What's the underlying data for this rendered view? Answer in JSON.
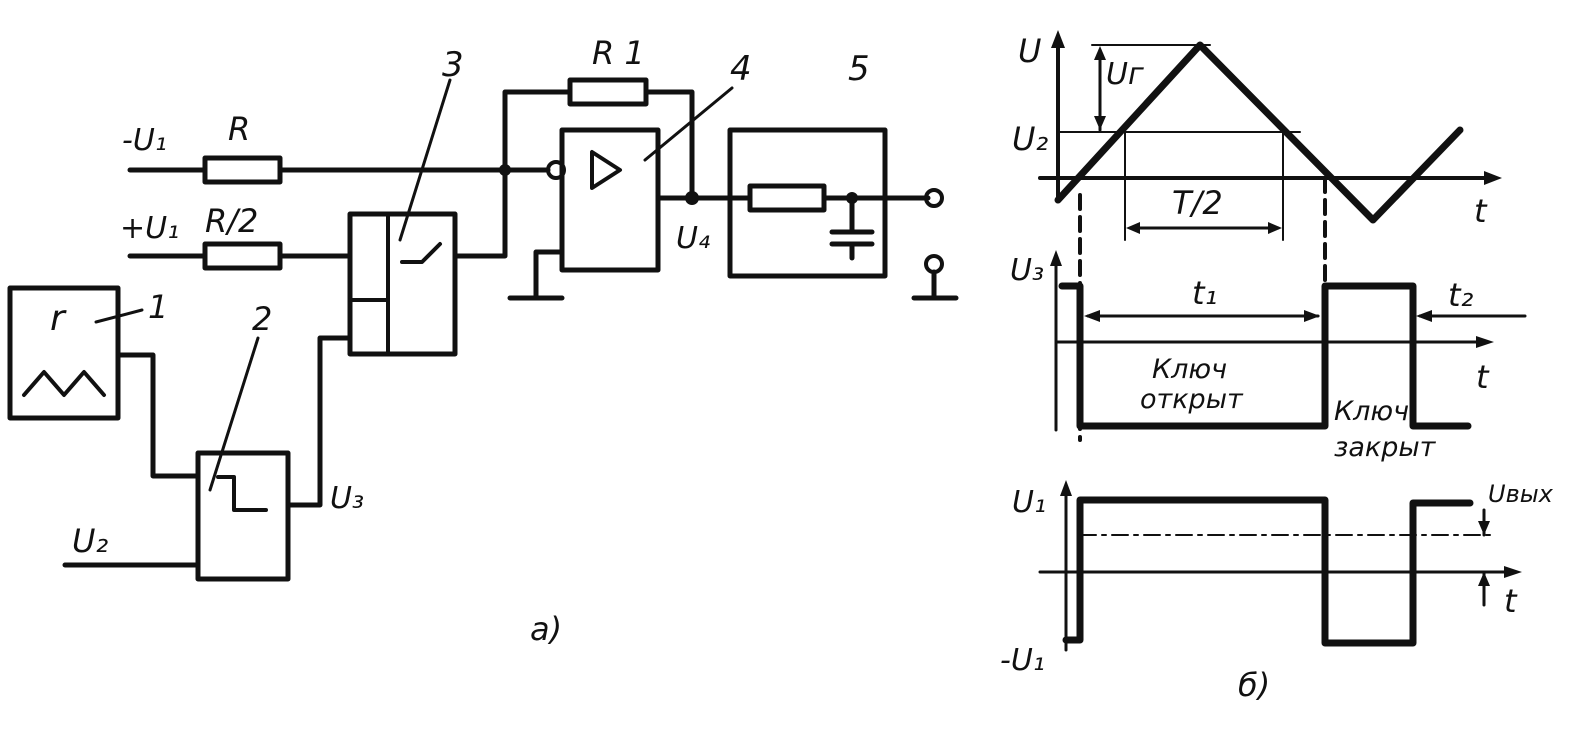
{
  "circuit": {
    "input_neg": "-U₁",
    "input_pos": "+U₁",
    "resistor_r": "R",
    "resistor_r_half": "R/2",
    "resistor_r1": "R 1",
    "block_1_num": "1",
    "block_2_num": "2",
    "block_3_num": "3",
    "block_4_num": "4",
    "block_5_num": "5",
    "generator_symbol": "r",
    "input_u2": "U₂",
    "signal_u3": "U₃",
    "signal_u4": "U₄",
    "caption": "a)"
  },
  "timing": {
    "top": {
      "y_label": "U",
      "u_r": "Uг",
      "u2": "U₂",
      "half_period": "T/2",
      "t_label": "t"
    },
    "middle": {
      "y_label": "U₃",
      "t1": "t₁",
      "t2": "t₂",
      "t_label": "t",
      "open_line1": "Ключ",
      "open_line2": "открыт",
      "closed_line1": "Ключ",
      "closed_line2": "закрыт"
    },
    "bottom": {
      "y_pos": "U₁",
      "y_neg": "-U₁",
      "u_out": "Uвых",
      "t_label": "t"
    },
    "caption": "б)"
  }
}
